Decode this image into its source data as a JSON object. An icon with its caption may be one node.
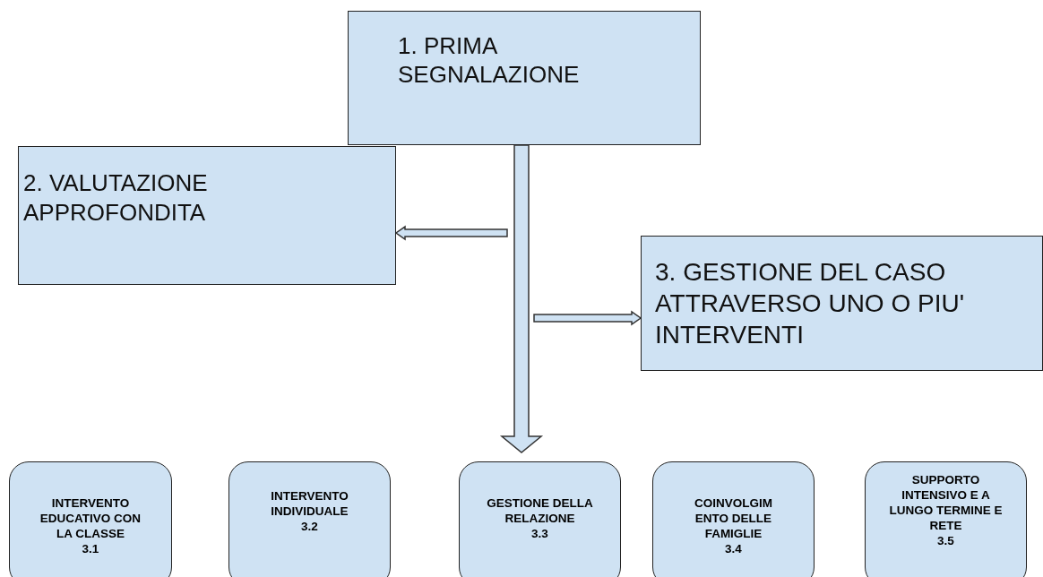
{
  "diagram": {
    "nodes": [
      {
        "text": [
          "1. PRIMA SEGNALAZIONE"
        ]
      },
      {
        "text": [
          "2. VALUTAZIONE APPROFONDITA"
        ]
      },
      {
        "text": [
          "3. GESTIONE DEL CASO ATTRAVERSO UNO O PIU' INTERVENTI"
        ]
      },
      {
        "text": [
          "INTERVENTO EDUCATIVO CON LA CLASSE",
          "3.1"
        ]
      },
      {
        "text": [
          "INTERVENTO INDIVIDUALE",
          "3.2"
        ]
      },
      {
        "text": [
          "GESTIONE DELLA RELAZIONE",
          "3.3"
        ]
      },
      {
        "text": [
          "COINVOLGIM ENTO DELLE FAMIGLIE",
          "3.4"
        ]
      },
      {
        "text": [
          "SUPPORTO INTENSIVO E A LUNGO TERMINE E RETE",
          "3.5"
        ]
      }
    ],
    "edges": [
      {
        "from": 0,
        "to": 5,
        "arrow": "to"
      },
      {
        "from": null,
        "to": 1,
        "arrow": "to"
      },
      {
        "from": null,
        "to": 2,
        "arrow": "to"
      }
    ]
  }
}
